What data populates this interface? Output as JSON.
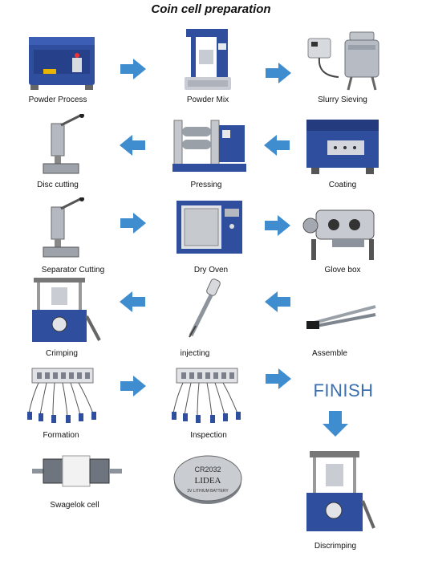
{
  "title": "Coin cell preparation",
  "colors": {
    "arrow": "#3f8ccf",
    "machine_blue": "#2f4f9e",
    "steel": "#b9bec6",
    "finish": "#3b6fb0"
  },
  "steps": {
    "powder_process": "Powder Process",
    "powder_mix": "Powder Mix",
    "slurry_sieving": "Slurry Sieving",
    "disc_cutting": "Disc cutting",
    "pressing": "Pressing",
    "coating": "Coating",
    "separator_cutting": "Separator Cutting",
    "dry_oven": "Dry Oven",
    "glove_box": "Glove box",
    "crimping": "Crimping",
    "injecting": "injecting",
    "assemble": "Assemble",
    "formation": "Formation",
    "inspection": "Inspection",
    "finish": "FINISH",
    "swagelok_cell": "Swagelok cell",
    "discrimping": "Discrimping"
  },
  "coin_cell": {
    "model": "CR2032",
    "brand": "LIDEA",
    "subtitle": "3V LITHIUM BATTERY"
  },
  "arrow_directions": {
    "row1": [
      "right",
      "right"
    ],
    "row2": [
      "left",
      "left"
    ],
    "row3": [
      "right",
      "right"
    ],
    "row4": [
      "left",
      "left"
    ],
    "row5": [
      "right",
      "right"
    ],
    "to_discrimping": "down"
  },
  "icons": [
    "powder-process-machine-icon",
    "powder-mix-machine-icon",
    "slurry-sieve-icon",
    "disc-cutter-icon",
    "pressing-machine-icon",
    "coating-machine-icon",
    "separator-cutter-icon",
    "dry-oven-icon",
    "glove-box-icon",
    "crimper-icon",
    "pipette-icon",
    "tweezers-icon",
    "battery-tester-icon",
    "swagelok-cell-icon",
    "coin-cell-icon"
  ]
}
